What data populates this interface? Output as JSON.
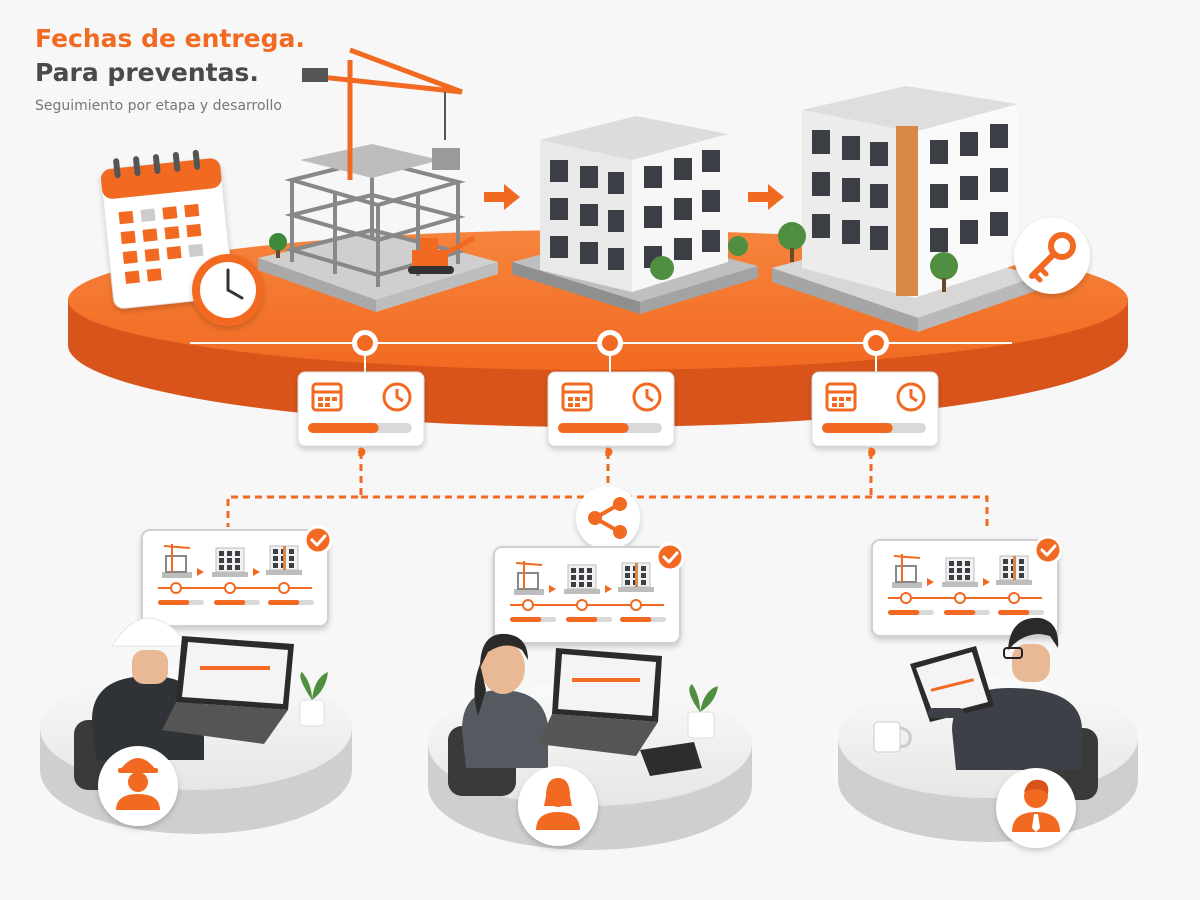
{
  "header": {
    "title_line1": "Fechas de entrega.",
    "title_line2": "Para preventas.",
    "subtitle": "Seguimiento por etapa y desarrollo"
  },
  "colors": {
    "accent": "#f26a21",
    "accent_dark": "#d9541a",
    "title_dark": "#4a4a4a",
    "subtitle": "#777777",
    "track": "#d9d9d9"
  },
  "icons": {
    "calendar": "calendar-icon",
    "clock": "clock-icon",
    "key": "key-icon",
    "share": "share-icon",
    "check": "check-icon",
    "engineer": "engineer-avatar-icon",
    "woman": "woman-avatar-icon",
    "executive": "executive-avatar-icon"
  },
  "stages": [
    {
      "name": "construction",
      "progress": 0.68
    },
    {
      "name": "finished-building",
      "progress": 0.68
    },
    {
      "name": "delivered-building",
      "progress": 0.68
    }
  ],
  "roles": [
    "engineer",
    "saleswoman",
    "executive"
  ]
}
